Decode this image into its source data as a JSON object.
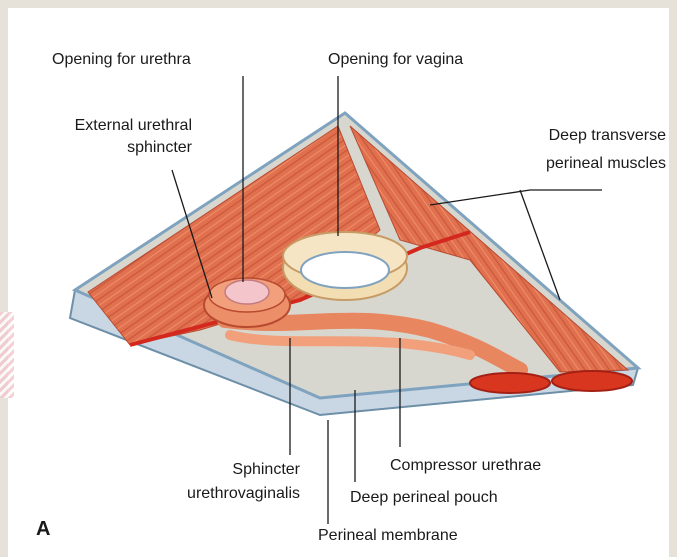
{
  "figure": {
    "panel_letter": "A",
    "labels": {
      "opening_urethra": "Opening for urethra",
      "opening_vagina": "Opening for vagina",
      "external_sphincter_line1": "External urethral",
      "external_sphincter_line2": "sphincter",
      "deep_transverse_line1": "Deep transverse",
      "deep_transverse_line2": "perineal muscles",
      "sphincter_uv_line1": "Sphincter",
      "sphincter_uv_line2": "urethrovaginalis",
      "compressor_urethrae": "Compressor urethrae",
      "deep_perineal_pouch": "Deep perineal pouch",
      "perineal_membrane": "Perineal membrane"
    },
    "colors": {
      "muscle": "#e0704e",
      "muscle_dark": "#c24a30",
      "membrane": "#d6d6cc",
      "membrane_edge": "#7fa3bf",
      "ring_tan": "#f3ddb2",
      "urethra_pink": "#f4c6cc"
    }
  }
}
